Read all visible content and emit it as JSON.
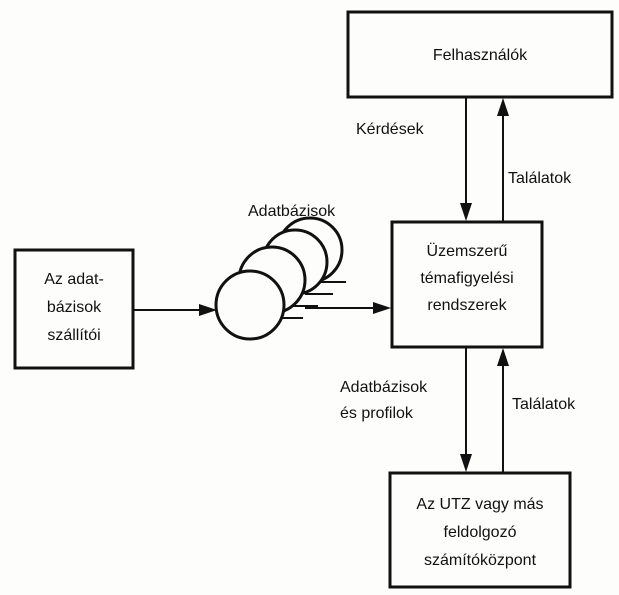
{
  "nodes": {
    "users": {
      "label": "Felhasználók"
    },
    "suppliers": {
      "lines": [
        "Az adat-",
        "bázisok",
        "szállítói"
      ]
    },
    "monitoring": {
      "lines": [
        "Üzemszerű",
        "témafigyelési",
        "rendszerek"
      ]
    },
    "center": {
      "lines": [
        "Az UTZ vagy más",
        "feldolgozó",
        "számítóközpont"
      ]
    }
  },
  "databases": {
    "label": "Adatbázisok"
  },
  "edges": {
    "queries": {
      "label": "Kérdések"
    },
    "results_top": {
      "label": "Találatok"
    },
    "db_profiles": {
      "lines": [
        "Adatbázisok",
        "és profilok"
      ]
    },
    "results_bottom": {
      "label": "Találatok"
    }
  }
}
